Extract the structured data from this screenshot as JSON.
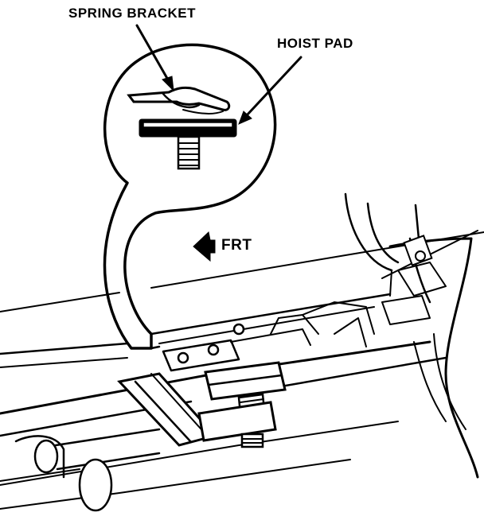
{
  "callouts": {
    "spring_bracket": "SPRING BRACKET",
    "hoist_pad": "HOIST PAD"
  },
  "direction": {
    "front_label": "FRT",
    "arrow_icon": "arrow-left-icon"
  },
  "colors": {
    "ink": "#000000",
    "paper": "#ffffff"
  }
}
